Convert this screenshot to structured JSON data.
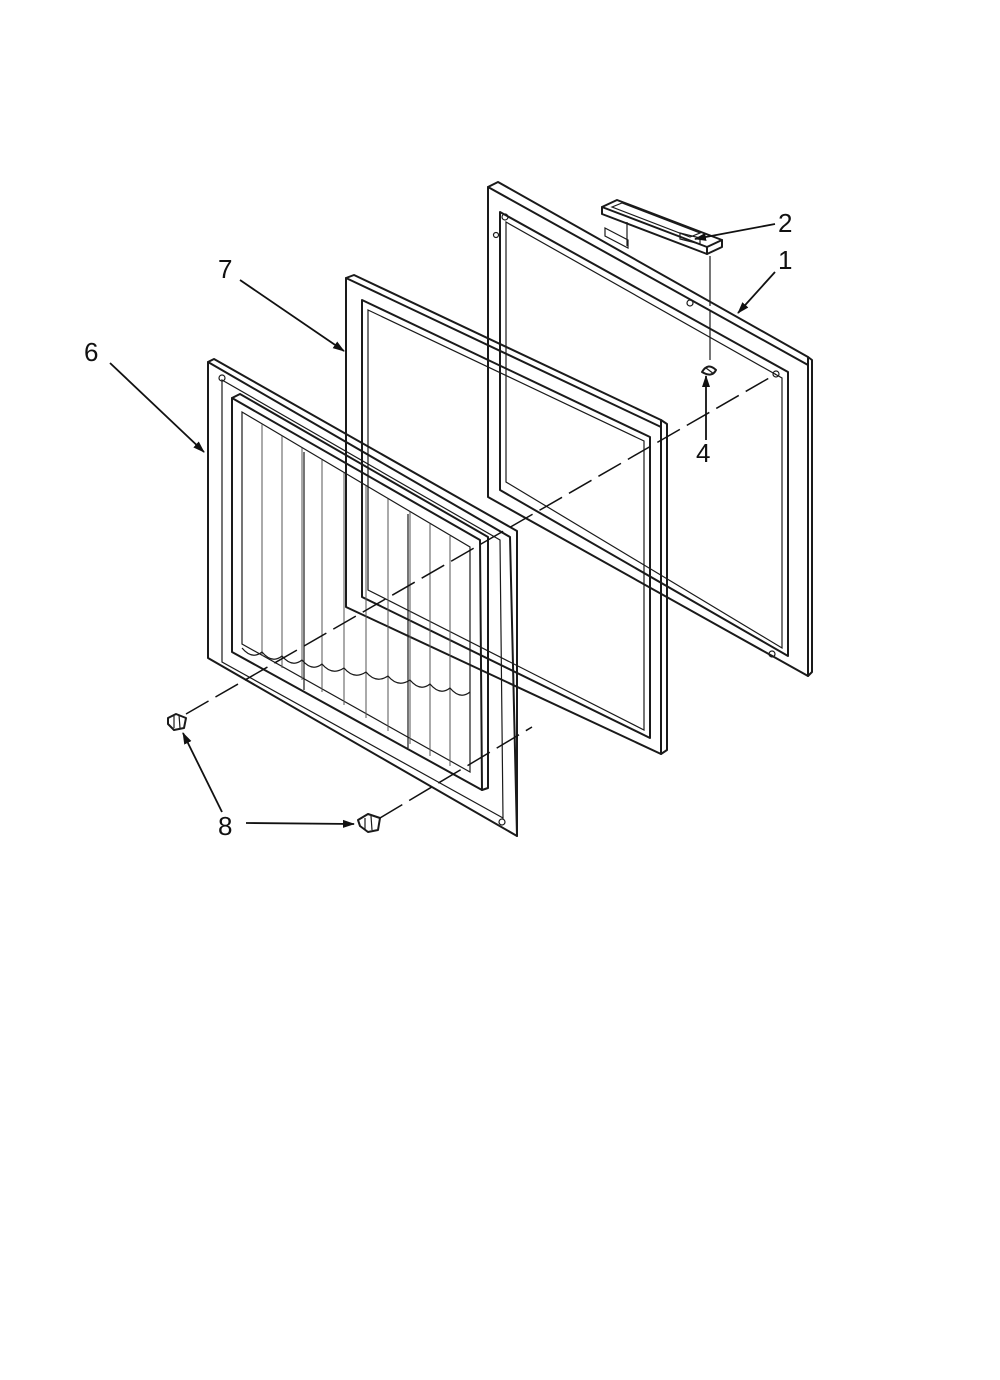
{
  "diagram": {
    "callouts": [
      {
        "id": "part-1",
        "label": "1"
      },
      {
        "id": "part-2",
        "label": "2"
      },
      {
        "id": "part-4",
        "label": "4"
      },
      {
        "id": "part-6",
        "label": "6"
      },
      {
        "id": "part-7",
        "label": "7"
      },
      {
        "id": "part-8",
        "label": "8"
      }
    ]
  }
}
